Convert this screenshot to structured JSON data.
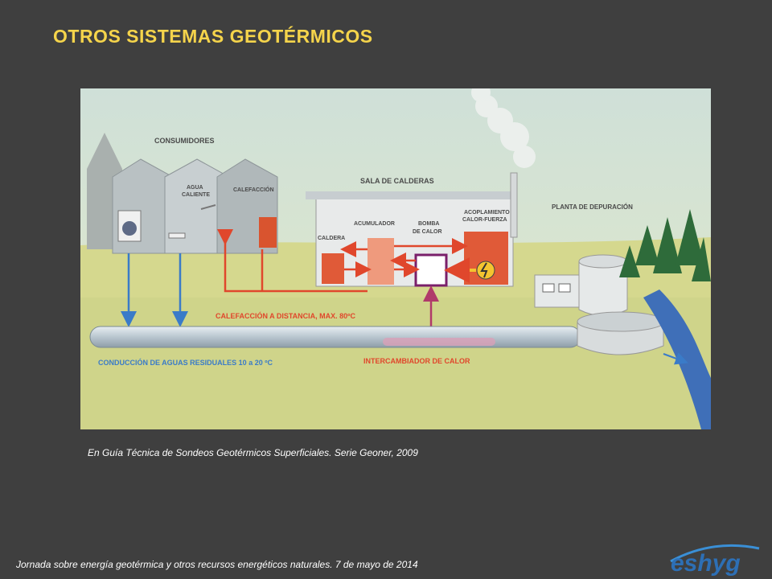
{
  "slide": {
    "title": "OTROS SISTEMAS GEOTÉRMICOS",
    "caption": "En Guía Técnica de  Sondeos Geotérmicos Superficiales. Serie Geoner,  2009",
    "footer": "Jornada sobre energía geotérmica y otros recursos energéticos naturales. 7 de mayo de 2014",
    "logo_text": "eshyg"
  },
  "diagram": {
    "consumidores": "CONSUMIDORES",
    "agua_caliente_1": "AGUA",
    "agua_caliente_2": "CALIENTE",
    "calefaccion": "CALEFACCIÓN",
    "sala_calderas": "SALA DE CALDERAS",
    "caldera": "CALDERA",
    "acumulador": "ACUMULADOR",
    "bomba_1": "BOMBA",
    "bomba_2": "DE CALOR",
    "acoplamiento_1": "ACOPLAMIENTO",
    "acoplamiento_2": "CALOR-FUERZA",
    "planta": "PLANTA DE DEPURACIÓN",
    "calefaccion_distancia": "CALEFACCIÓN A DISTANCIA, MAX. 80ºC",
    "conduccion": "CONDUCCIÓN DE AGUAS RESIDUALES 10 a 20 ºC",
    "intercambiador": "INTERCAMBIADOR DE CALOR"
  },
  "colors": {
    "title": "#f5d44b",
    "background": "#3f3f3f",
    "heat_red": "#e0472c",
    "water_blue": "#3a7bc8"
  }
}
